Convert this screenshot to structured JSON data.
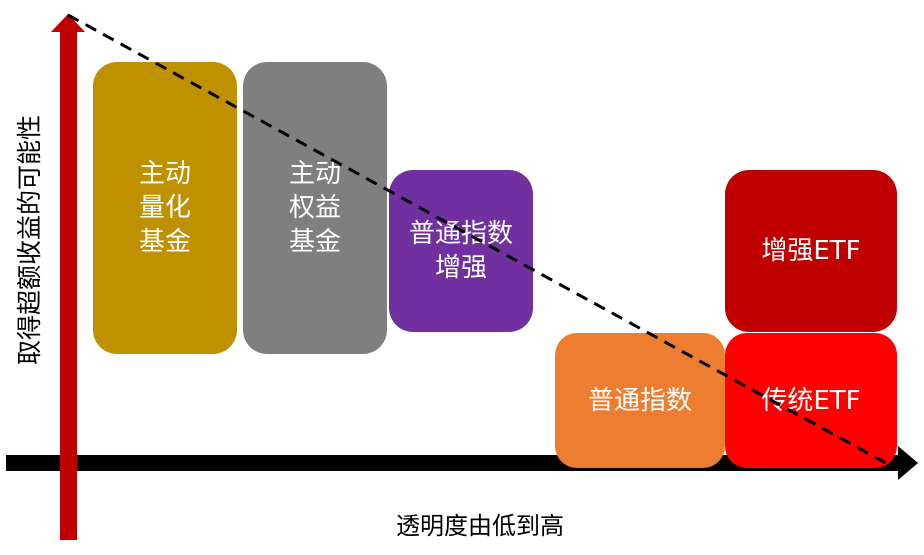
{
  "axes": {
    "y_label": "取得超额收益的可能性",
    "x_label": "透明度由低到高",
    "y_arrow_color": "#C00000",
    "x_arrow_color": "#000000"
  },
  "boxes": [
    {
      "label": "主动\n量化\n基金",
      "color": "#BF9000"
    },
    {
      "label": "主动\n权益\n基金",
      "color": "#7F7F7F"
    },
    {
      "label": "普通指数\n增强",
      "color": "#7030A0"
    },
    {
      "label": "普通指数",
      "color": "#ED7D31"
    },
    {
      "label": "增强ETF",
      "color": "#C00000"
    },
    {
      "label": "传统ETF",
      "color": "#FF0000"
    }
  ]
}
